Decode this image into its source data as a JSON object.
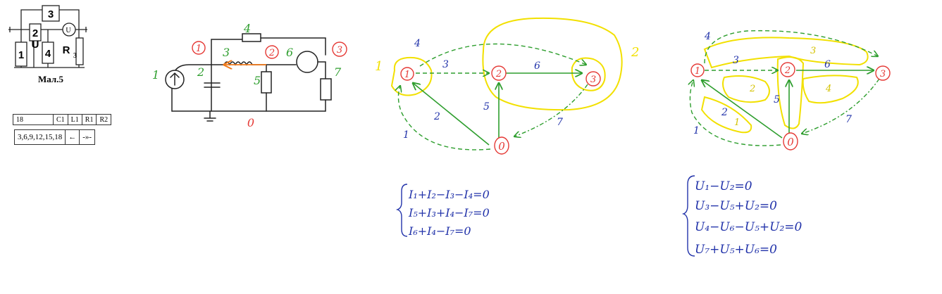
{
  "reference_circuit": {
    "box_labels": [
      "3",
      "2",
      "1",
      "4"
    ],
    "source_label": "U",
    "meter_label": "U",
    "resistor_label": "R",
    "resistor_sub": "3",
    "caption": "Мал.5"
  },
  "variant_table": {
    "row1": [
      "18",
      "C1",
      "L1",
      "R1",
      "R2"
    ],
    "row2": [
      "3,6,9,12,15,18",
      "←",
      "-»-"
    ]
  },
  "sketch_circuit": {
    "node_labels": [
      "1",
      "2",
      "3",
      "0"
    ],
    "branch_labels": [
      "1",
      "2",
      "3",
      "4",
      "5",
      "6",
      "7"
    ]
  },
  "graph_cutsets": {
    "node_labels": [
      "1",
      "2",
      "3",
      "0"
    ],
    "branch_labels": [
      "4",
      "3",
      "6",
      "5",
      "2",
      "1",
      "7"
    ],
    "cut_labels": [
      "1",
      "2"
    ]
  },
  "graph_loops": {
    "node_labels": [
      "1",
      "2",
      "3",
      "0"
    ],
    "branch_labels": [
      "4",
      "3",
      "6",
      "5",
      "2",
      "1",
      "7"
    ],
    "loop_labels": [
      "1",
      "2",
      "3",
      "4"
    ]
  },
  "kcl_equations": [
    "I₁+I₂−I₃−I₄=0",
    "I₅+I₃+I₄−I₇=0",
    "I₆+I₄−I₇=0"
  ],
  "kvl_equations": [
    "U₁−U₂=0",
    "U₃−U₅+U₂=0",
    "U₄−U₆−U₅+U₂=0",
    "U₇+U₅+U₆=0"
  ],
  "colors": {
    "ink": "#222222",
    "red": "#e53935",
    "green": "#2e9e2e",
    "blue": "#2233aa",
    "yellow": "#f2e000",
    "orange": "#f07a1a"
  }
}
